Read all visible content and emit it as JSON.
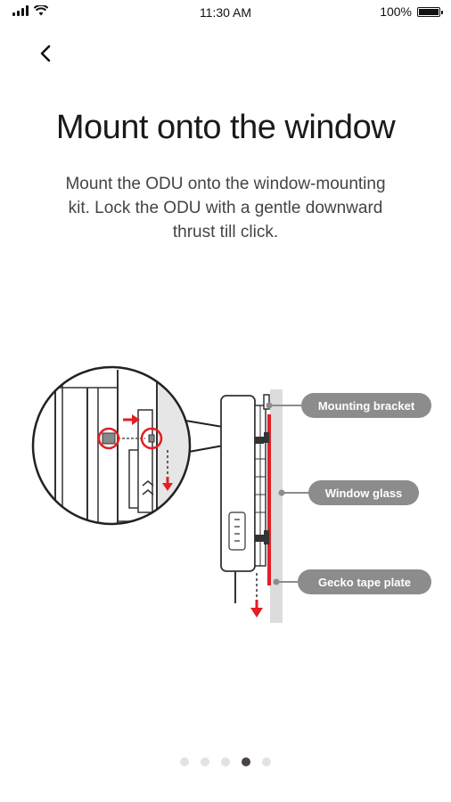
{
  "status_bar": {
    "time": "11:30 AM",
    "battery": "100%",
    "icons": [
      "signal-icon",
      "wifi-icon",
      "battery-icon"
    ]
  },
  "header": {
    "back_icon": "chevron-left-icon"
  },
  "content": {
    "title": "Mount onto the window",
    "description": "Mount the ODU onto the window-mounting kit. Lock the ODU with a gentle downward thrust till click."
  },
  "illustration": {
    "labels": {
      "mounting_bracket": "Mounting bracket",
      "window_glass": "Window glass",
      "gecko_tape_plate": "Gecko tape plate"
    },
    "colors": {
      "accent": "#e31e24",
      "label_bg": "#8c8c8c",
      "line": "#333333"
    }
  },
  "pager": {
    "total": 5,
    "active_index": 3
  }
}
